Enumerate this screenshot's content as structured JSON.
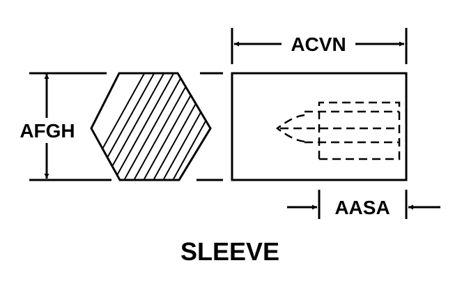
{
  "diagram": {
    "title": "SLEEVE",
    "dimensions": {
      "length": "ACVN",
      "across_flats": "AFGH",
      "thread_depth": "AASA"
    }
  }
}
